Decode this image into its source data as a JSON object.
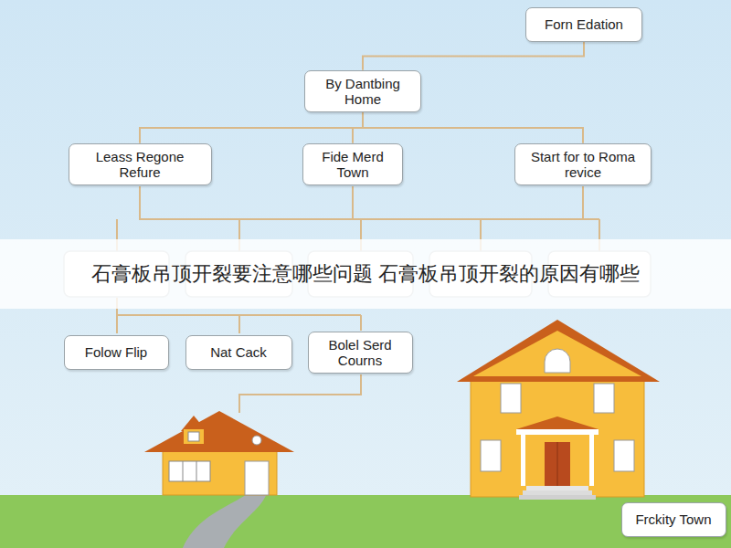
{
  "diagram": {
    "title": "石膏板吊顶开裂要注意哪些问题 石膏板吊顶开裂的原因有哪些",
    "nodes": [
      {
        "text": [
          "Forn Edation"
        ]
      },
      {
        "text": [
          "By Dantbing Home"
        ]
      },
      {
        "text": [
          "Leass Regone Refure"
        ]
      },
      {
        "text": [
          "Fide Merd Town"
        ]
      },
      {
        "text": [
          "Start for to Roma revice"
        ]
      },
      {
        "text": [
          "Folow Flip"
        ]
      },
      {
        "text": [
          "Nat Cack"
        ]
      },
      {
        "text": [
          "Bolel Serd Courns"
        ]
      },
      {
        "text": [
          "Frckity Town"
        ]
      }
    ],
    "edges": [
      {
        "from": 0,
        "to": 1,
        "arrow": "none"
      },
      {
        "from": 1,
        "to": 2,
        "arrow": "none"
      },
      {
        "from": 1,
        "to": 3,
        "arrow": "none"
      },
      {
        "from": 1,
        "to": 4,
        "arrow": "none"
      }
    ]
  }
}
